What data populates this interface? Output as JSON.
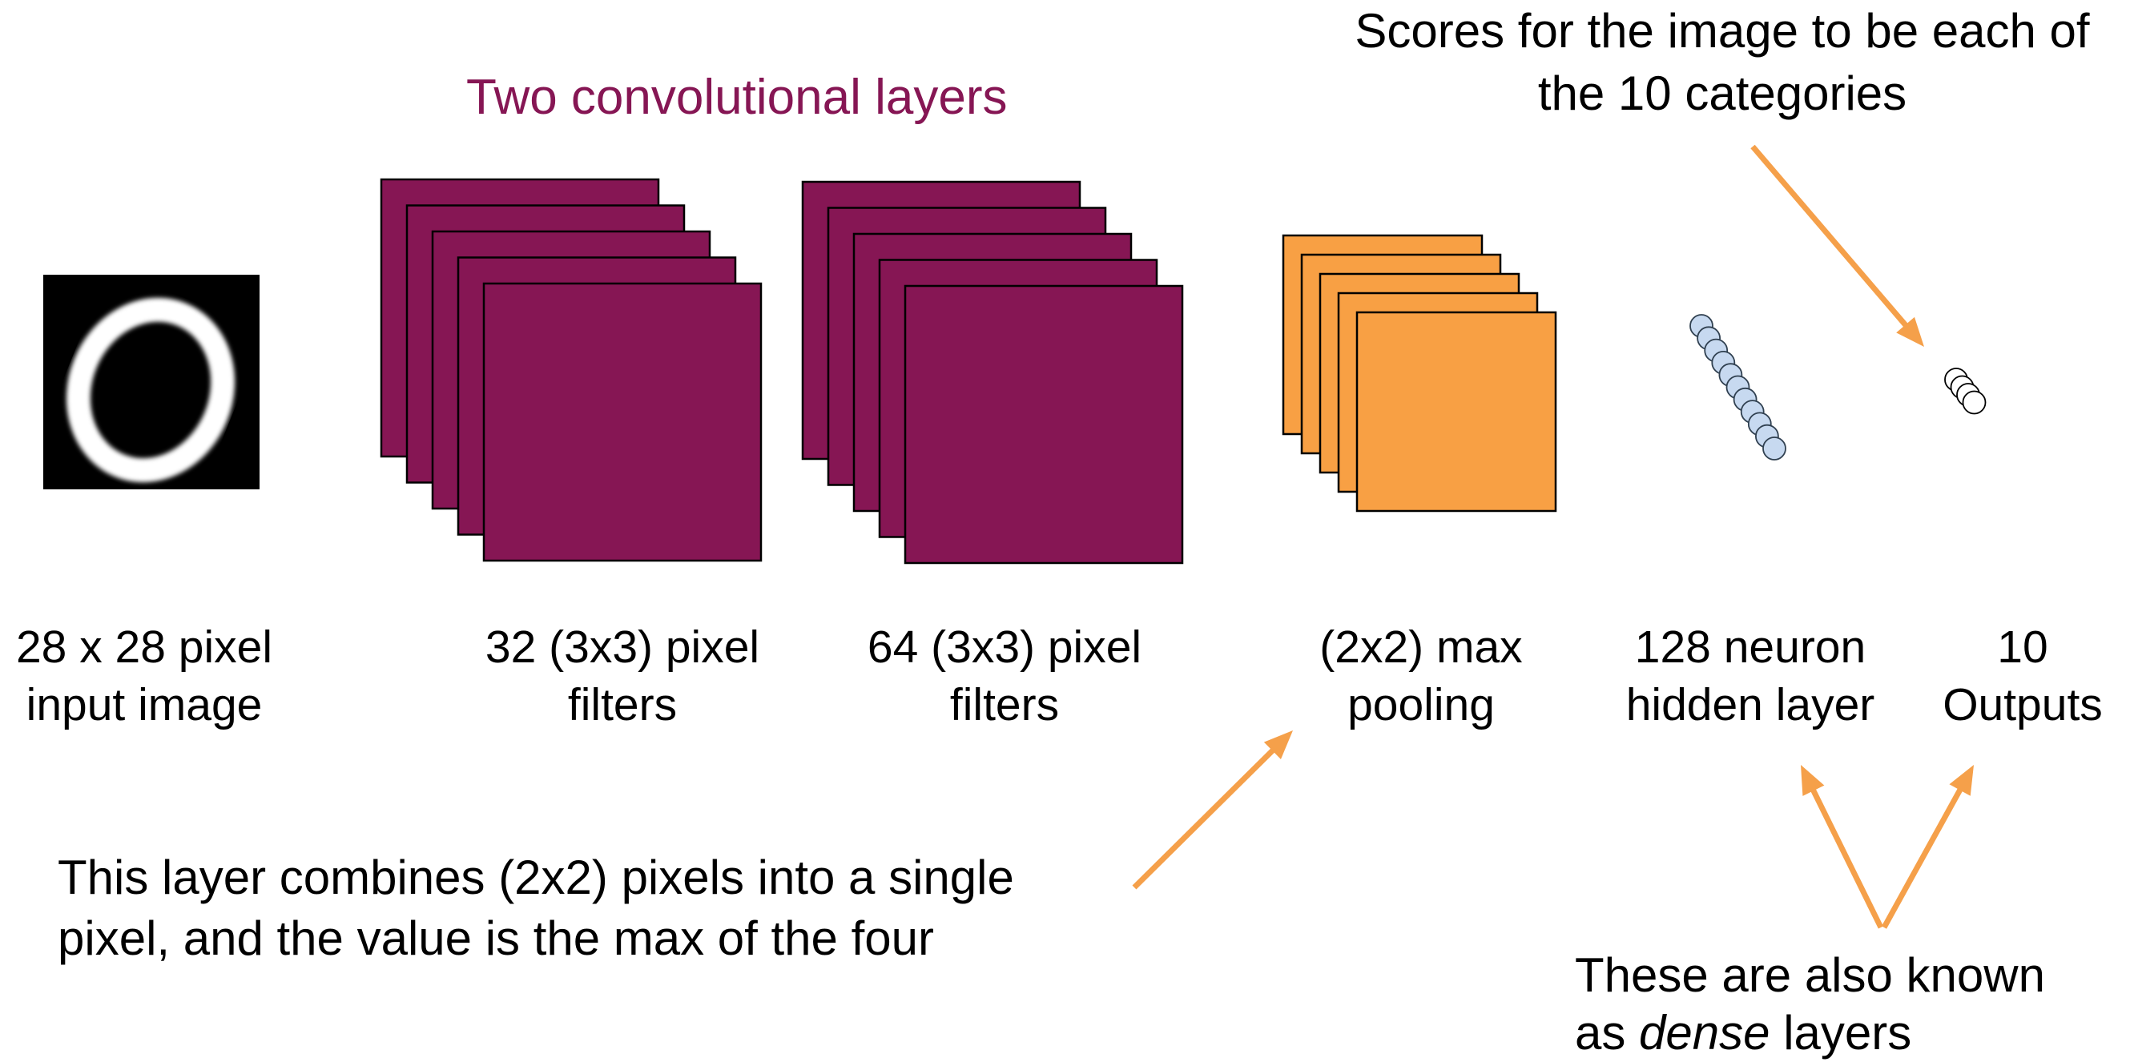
{
  "colors": {
    "conv": "#861654",
    "pool": "#f8a044",
    "arrow": "#f5a04a",
    "neuron_fill": "#c7d9f0",
    "neuron_stroke": "#304050",
    "output_fill": "#ffffff"
  },
  "title": "Two convolutional layers",
  "scores_note": {
    "line1": "Scores for the image to be each of",
    "line2": "the 10 categories"
  },
  "labels": {
    "input": {
      "line1": "28 x 28 pixel",
      "line2": "input image"
    },
    "conv1": {
      "line1": "32 (3x3) pixel",
      "line2": "filters"
    },
    "conv2": {
      "line1": "64 (3x3) pixel",
      "line2": "filters"
    },
    "pool": {
      "line1": "(2x2) max",
      "line2": "pooling"
    },
    "hidden": {
      "line1": "128 neuron",
      "line2": "hidden layer"
    },
    "output": {
      "line1": "10",
      "line2": "Outputs"
    }
  },
  "pool_note": {
    "line1": "This layer combines (2x2) pixels into a single",
    "line2": "pixel, and the value is the max of the four"
  },
  "dense_note": {
    "line1": "These are also known",
    "line2_prefix": "as ",
    "line2_em": "dense",
    "line2_suffix": " layers"
  },
  "icons": {
    "input_image": "handwritten-zero-digit"
  }
}
